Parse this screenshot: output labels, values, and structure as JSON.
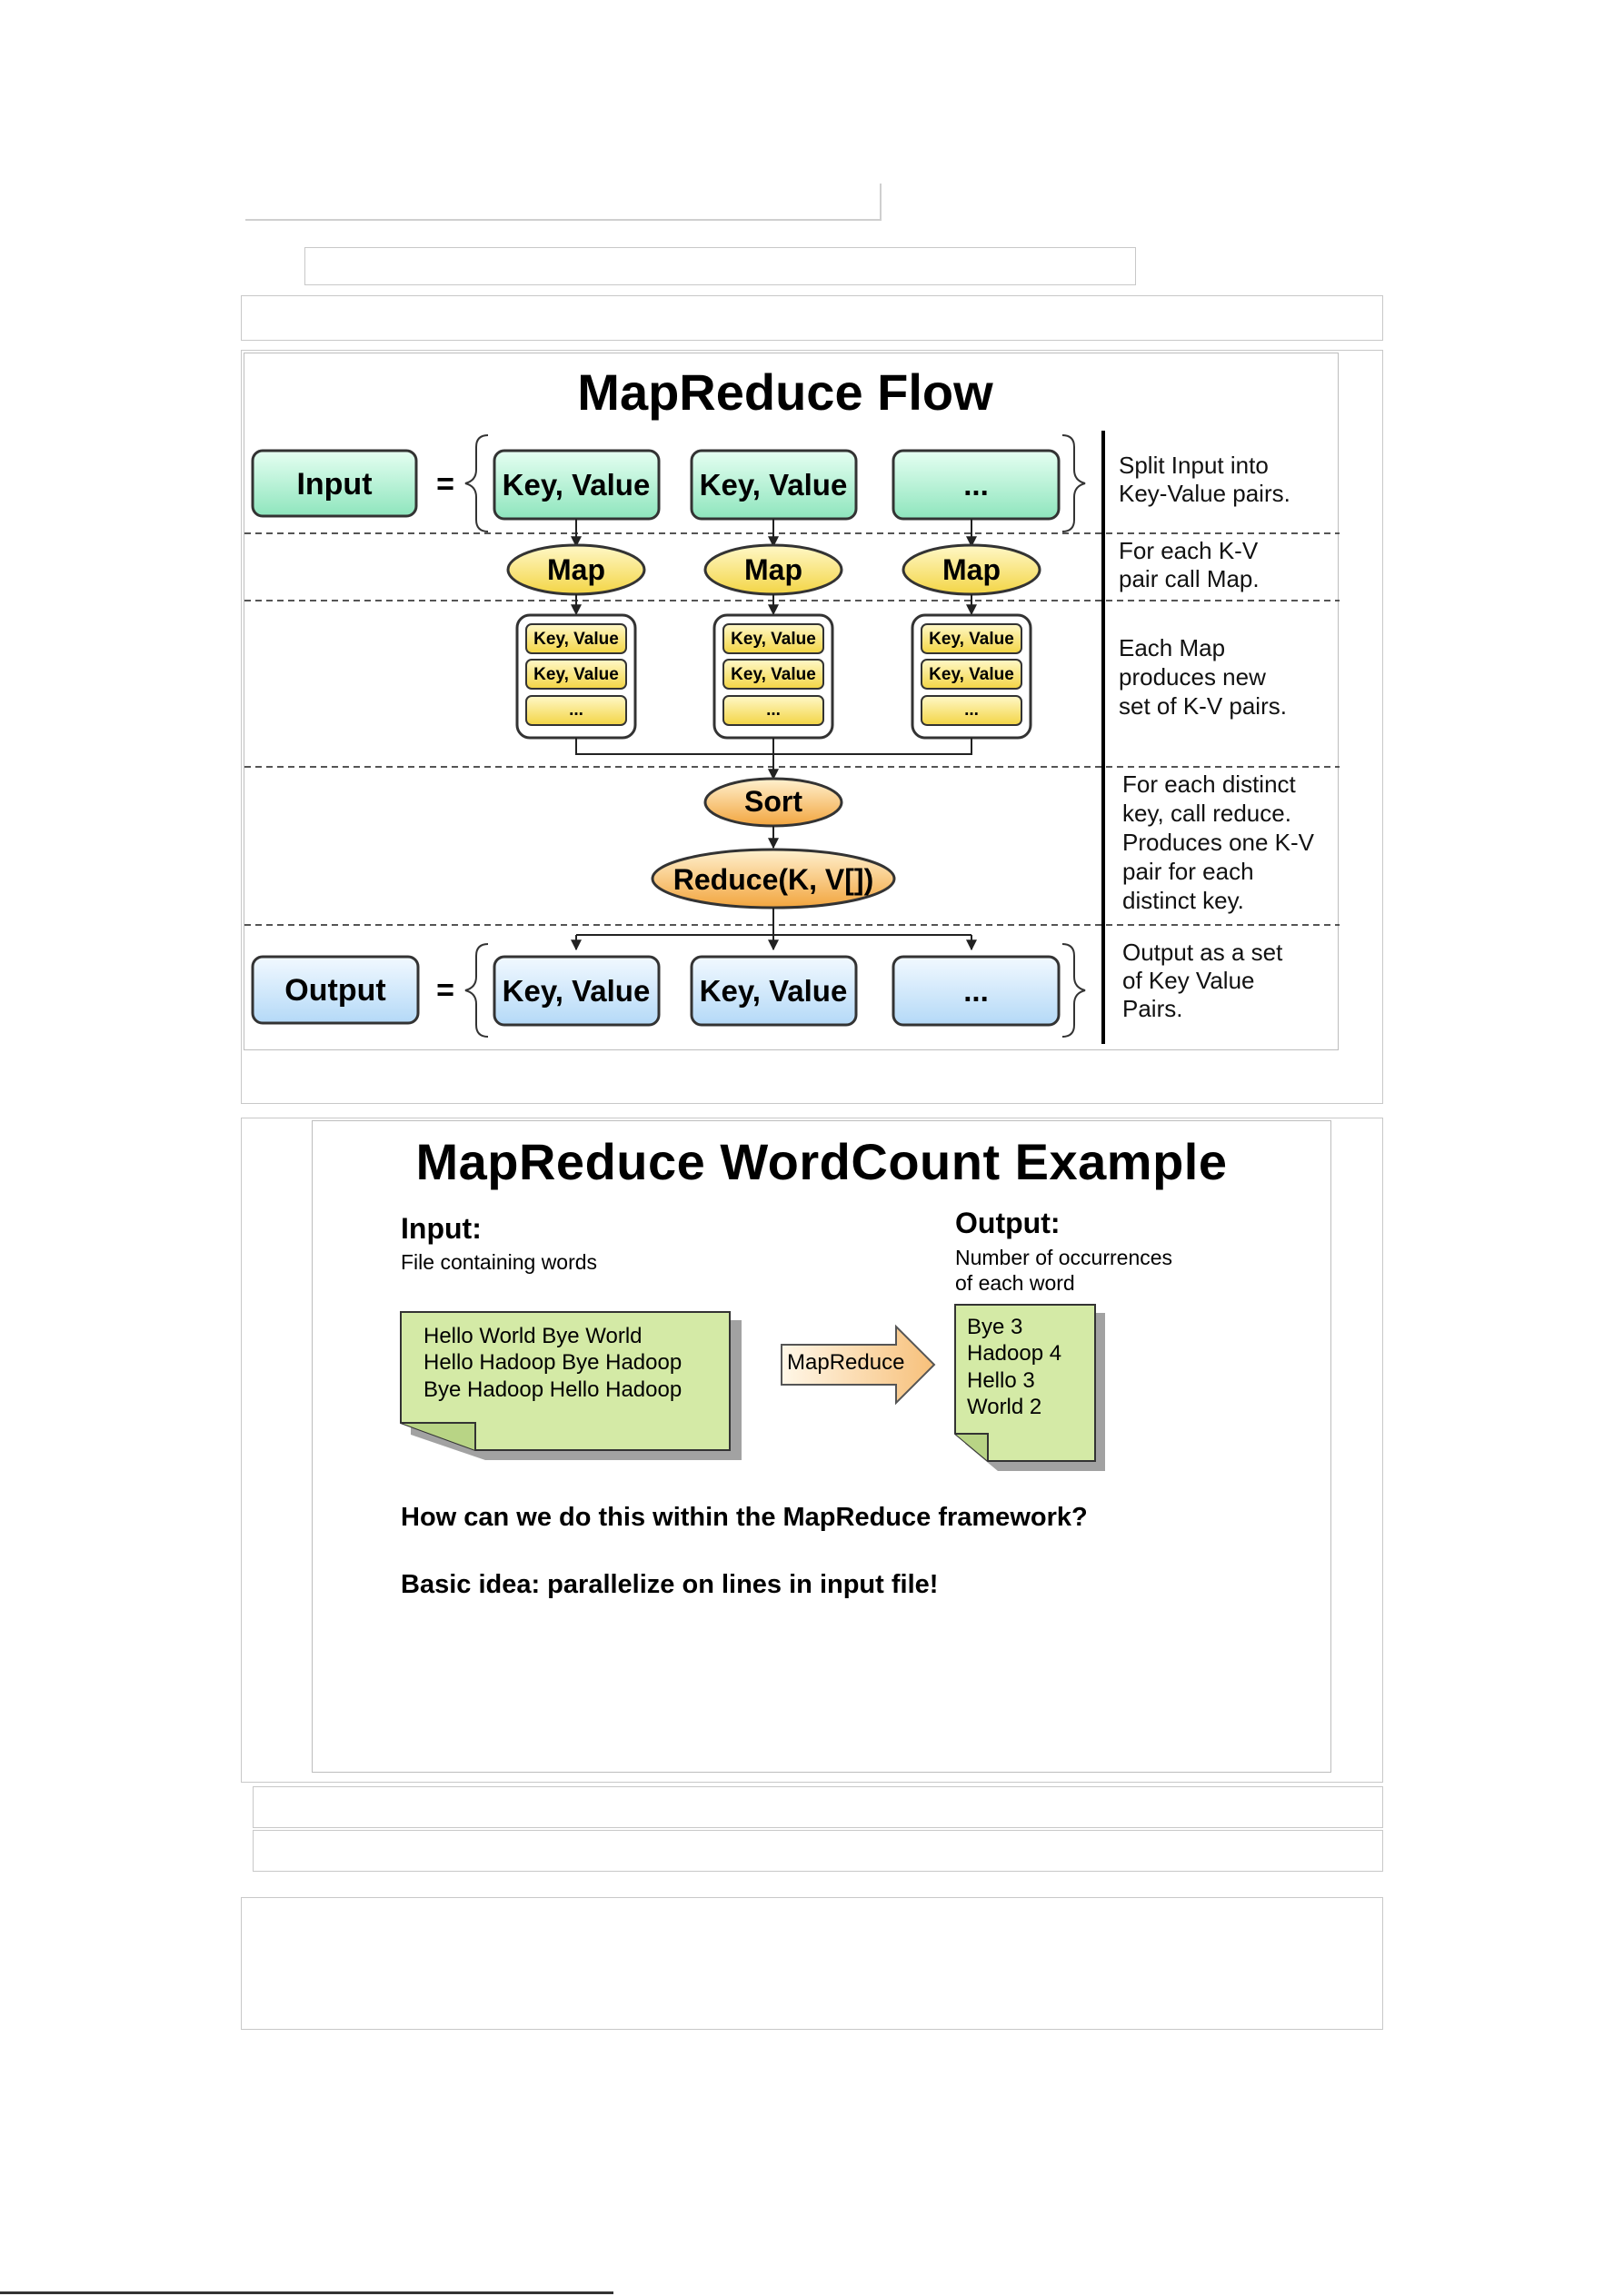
{
  "flow": {
    "title": "MapReduce Flow",
    "input_label": "Input",
    "output_label": "Output",
    "equals": "=",
    "kv": "Key, Value",
    "ellipsis": "...",
    "map": "Map",
    "sort": "Sort",
    "reduce": "Reduce(K, V[])",
    "notes": {
      "split": [
        "Split Input into",
        "Key-Value pairs."
      ],
      "map": [
        "For each K-V",
        "pair call Map."
      ],
      "produce": [
        "Each Map",
        "produces new",
        "set of K-V pairs."
      ],
      "reduce": [
        "For each distinct",
        "key, call reduce.",
        "Produces one K-V",
        "pair for each",
        "distinct key."
      ],
      "output": [
        "Output as a set",
        "of Key Value",
        "Pairs."
      ]
    },
    "colors": {
      "green": "#a9f0cc",
      "blue": "#cfe8fb",
      "yellow": "#f8e27a",
      "orange": "#f7b154"
    }
  },
  "wordcount": {
    "title": "MapReduce WordCount Example",
    "input_heading": "Input:",
    "input_desc": "File containing words",
    "input_lines": [
      "Hello World Bye World",
      "Hello Hadoop Bye Hadoop",
      "Bye Hadoop Hello Hadoop"
    ],
    "arrow_label": "MapReduce",
    "output_heading": "Output:",
    "output_desc": [
      "Number of occurrences",
      "of each word"
    ],
    "output_lines": [
      "Bye 3",
      "Hadoop 4",
      "Hello 3",
      "World 2"
    ],
    "question": "How can we do this within the MapReduce framework?",
    "idea": "Basic idea: parallelize on lines in input file!",
    "colors": {
      "note": "#d4eaa6"
    }
  }
}
